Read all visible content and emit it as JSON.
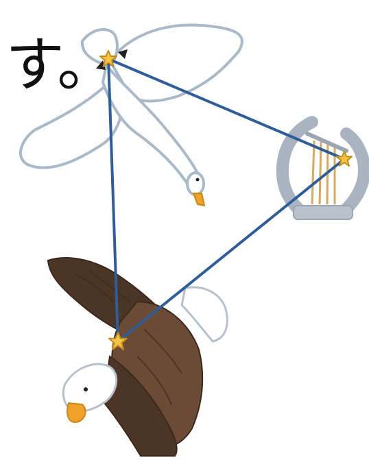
{
  "caption": {
    "text": "す。"
  },
  "illustration": {
    "stars": [
      "deneb-star",
      "vega-star",
      "altair-star"
    ],
    "colors": {
      "triangle_line": "#2f5c9a",
      "star_fill": "#f5c542",
      "star_outline": "#c48a1a",
      "swan_outline": "#a9b9c8",
      "swan_body": "#ffffff",
      "beak": "#f0a12a",
      "eagle_dark": "#4b3526",
      "eagle_mid": "#6b4b36",
      "lyre_frame": "#a9b4c0",
      "lyre_strings": "#d8a85c"
    }
  }
}
